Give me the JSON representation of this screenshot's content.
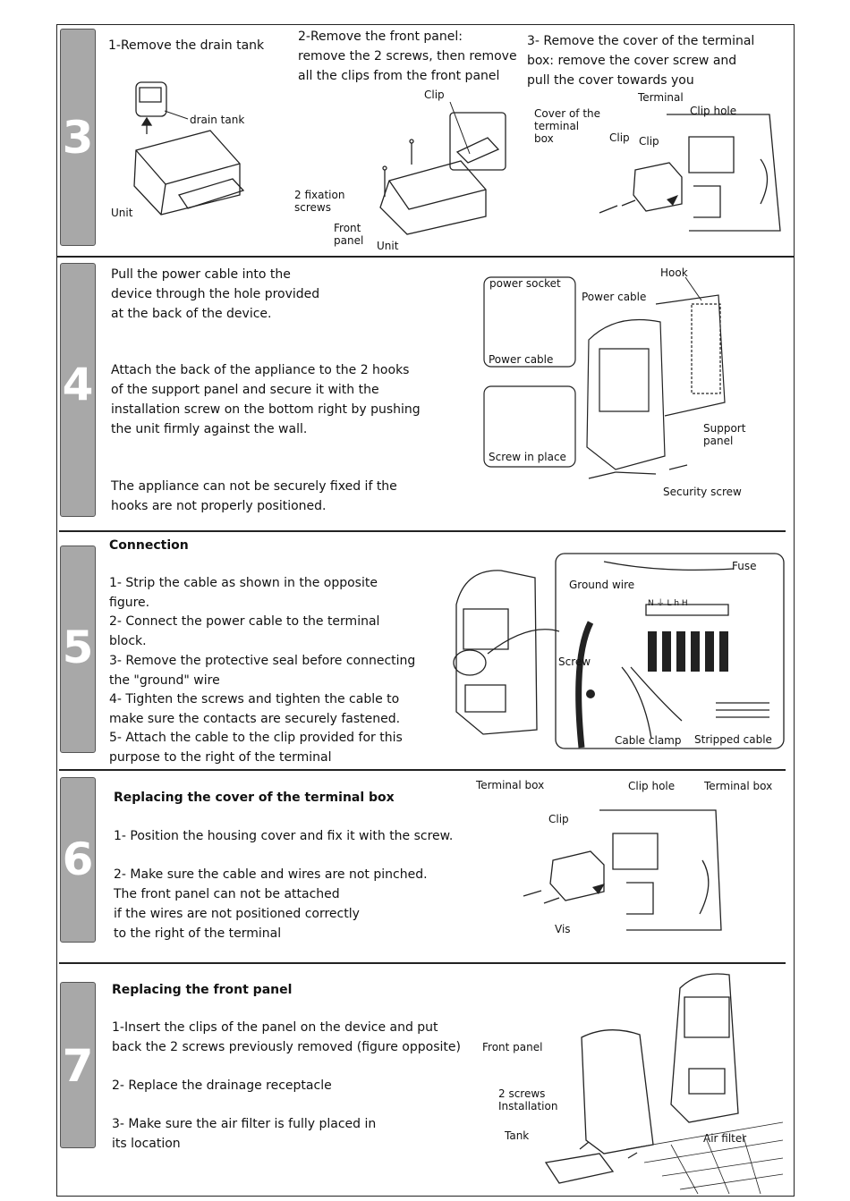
{
  "steps": [
    {
      "number": "3",
      "col1": {
        "text": "1-Remove the drain tank",
        "labels": {
          "drain_tank": "drain tank",
          "unit": "Unit"
        }
      },
      "col2": {
        "text": "2-Remove the front panel:\nremove the 2 screws, then remove\nall the clips from the front panel",
        "labels": {
          "clip": "Clip",
          "fixation_screws": "2 fixation\nscrews",
          "front_panel": "Front\npanel",
          "unit": "Unit"
        }
      },
      "col3": {
        "text": "3- Remove the cover of the terminal\nbox: remove the cover screw and\npull the cover towards you",
        "labels": {
          "terminal": "Terminal",
          "cover": "Cover of the\nterminal\nbox",
          "clip_hole": "Clip hole",
          "clip1": "Clip",
          "clip2": "Clip"
        }
      }
    },
    {
      "number": "4",
      "para1": "Pull the power cable into the\ndevice through the hole provided\nat the back of the device.",
      "para2": "Attach the back of the appliance to the 2 hooks\n of the support panel and secure it with the\ninstallation screw on the bottom right by pushing\nthe unit firmly against the wall.",
      "para3": "The appliance can not be securely fixed if the\nhooks are not properly positioned.",
      "labels": {
        "power_socket": "power socket",
        "power_cable_inset": "Power cable",
        "power_cable": "Power cable",
        "hook": "Hook",
        "screw_in_place": "Screw in place",
        "support_panel": "Support\npanel",
        "security_screw": "Security screw"
      }
    },
    {
      "number": "5",
      "heading": "Connection",
      "items": [
        "1- Strip the cable as shown in the opposite\nfigure.",
        "2- Connect the power cable to the terminal\nblock.",
        "3- Remove the protective seal before connecting\n the \"ground\" wire",
        "4- Tighten the screws and tighten the cable to\nmake sure the contacts are securely fastened.",
        "5- Attach the cable to the clip provided for this\npurpose to the right of the terminal"
      ],
      "labels": {
        "fuse": "Fuse",
        "ground_wire": "Ground wire",
        "screw": "Screw",
        "cable_clamp": "Cable clamp",
        "stripped_cable": "Stripped cable",
        "terminals": "N  ⏚  L  h  H"
      }
    },
    {
      "number": "6",
      "heading": "Replacing the cover of the terminal box",
      "para1": "1- Position the housing cover and fix it with the screw.",
      "para2": "2- Make sure the cable and wires are not pinched.\nThe front panel can not be attached\nif the wires are not positioned correctly\nto the right of the terminal",
      "labels": {
        "terminal_box_left": "Terminal box",
        "clip_hole": "Clip hole",
        "terminal_box_right": "Terminal box",
        "clip": "Clip",
        "vis": "Vis"
      }
    },
    {
      "number": "7",
      "heading": "Replacing the front panel",
      "para1": "1-Insert the clips of the panel on the device and put\nback the 2 screws previously removed (figure opposite)",
      "para2": "2- Replace the drainage receptacle",
      "para3": "3- Make sure the air filter is fully placed in\n its location",
      "labels": {
        "front_panel": "Front panel",
        "screws": "2 screws\nInstallation",
        "tank": "Tank",
        "air_filter": "Air filter"
      }
    }
  ]
}
